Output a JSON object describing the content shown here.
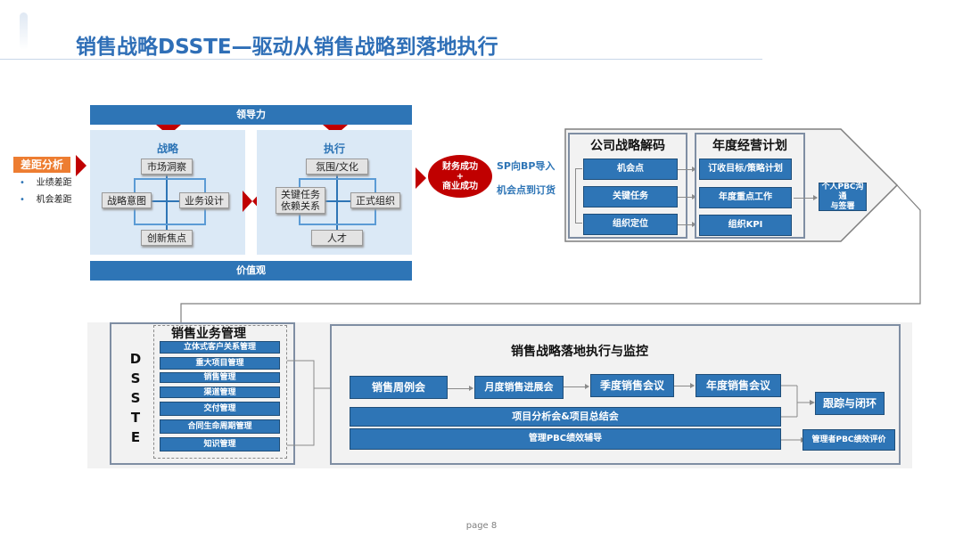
{
  "slide": {
    "title": "销售战略DSSTE—驱动从销售战略到落地执行",
    "page_label": "page 8"
  },
  "gap": {
    "label": "差距分析",
    "items": [
      "业绩差距",
      "机会差距"
    ]
  },
  "leadership": "领导力",
  "values": "价值观",
  "strategy": {
    "title": "战略",
    "boxes": [
      "市场洞察",
      "战略意图",
      "业务设计",
      "创新焦点"
    ]
  },
  "execution": {
    "title": "执行",
    "boxes": [
      "氛围/文化",
      "关键任务\n依赖关系",
      "正式组织",
      "人才"
    ]
  },
  "success": {
    "line1": "财务成功",
    "plus": "+",
    "line2": "商业成功"
  },
  "flow_labels": [
    "SP向BP导入",
    "机会点到订货"
  ],
  "decode": {
    "title": "公司战略解码",
    "items": [
      "机会点",
      "关键任务",
      "组织定位"
    ]
  },
  "annual": {
    "title": "年度经营计划",
    "items": [
      "订收目标/策略计划",
      "年度重点工作",
      "组织KPI"
    ]
  },
  "pbc": "个人PBC沟通\n与签署",
  "dsste_letters": [
    "D",
    "S",
    "S",
    "T",
    "E"
  ],
  "biz": {
    "title": "销售业务管理",
    "items": [
      "立体式客户关系管理",
      "重大项目管理",
      "销售管理",
      "渠道管理",
      "交付管理",
      "合同生命周期管理",
      "知识管理"
    ]
  },
  "monitor": {
    "title": "销售战略落地执行与监控",
    "meetings": [
      "销售周例会",
      "月度销售进展会",
      "季度销售会议",
      "年度销售会议"
    ],
    "project": "项目分析会&项目总结会",
    "coaching": "管理PBC绩效辅导",
    "loop": "跟踪与闭环",
    "eval": "管理者PBC绩效评价"
  },
  "colors": {
    "primary_blue": "#2e75b6",
    "title_blue": "#2f6fb7",
    "red": "#c00000",
    "gap_orange": "#ed7d31",
    "panel_light": "#dbe9f6"
  }
}
